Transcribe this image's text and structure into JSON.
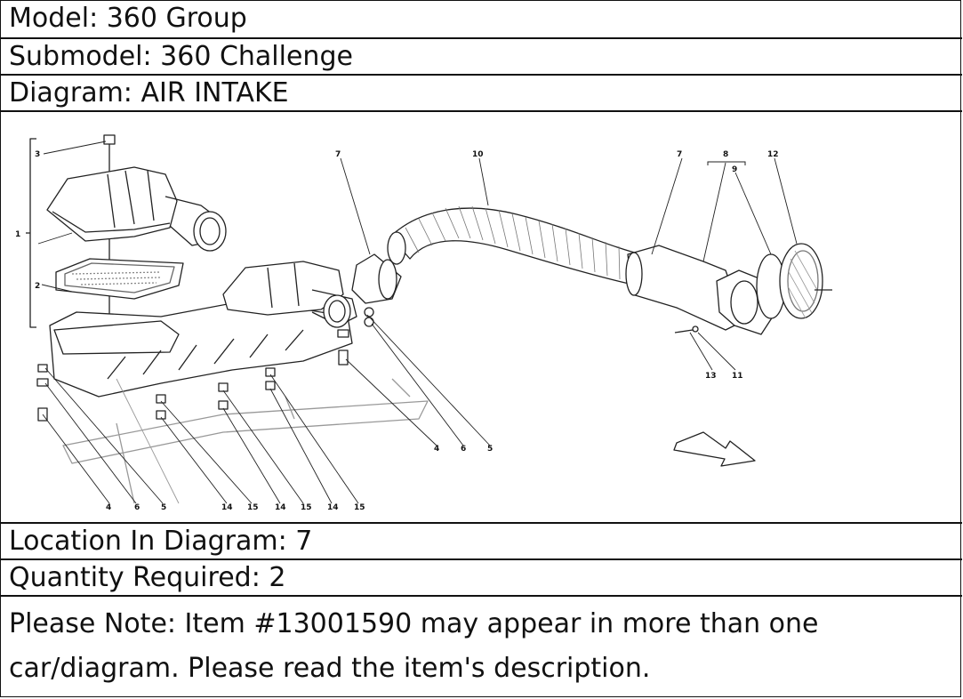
{
  "header": {
    "model": "Model: 360 Group",
    "submodel": "Submodel: 360 Challenge",
    "diagram": "Diagram: AIR INTAKE"
  },
  "diagram_callouts": {
    "c1": "1",
    "c2": "2",
    "c3": "3",
    "c7a": "7",
    "c10": "10",
    "c7b": "7",
    "c8": "8",
    "c9": "9",
    "c12": "12",
    "c13": "13",
    "c11": "11",
    "c4a": "4",
    "c6a": "6",
    "c5a": "5",
    "b4": "4",
    "b6": "6",
    "b5": "5",
    "b14a": "14",
    "b15a": "15",
    "b14b": "14",
    "b15b": "15",
    "b14c": "14",
    "b15c": "15"
  },
  "footer": {
    "location": "Location In Diagram: 7",
    "quantity": "Quantity Required: 2",
    "note_line1": "Please Note: Item #13001590 may appear in more than one",
    "note_line2": "car/diagram. Please read the item's description."
  }
}
